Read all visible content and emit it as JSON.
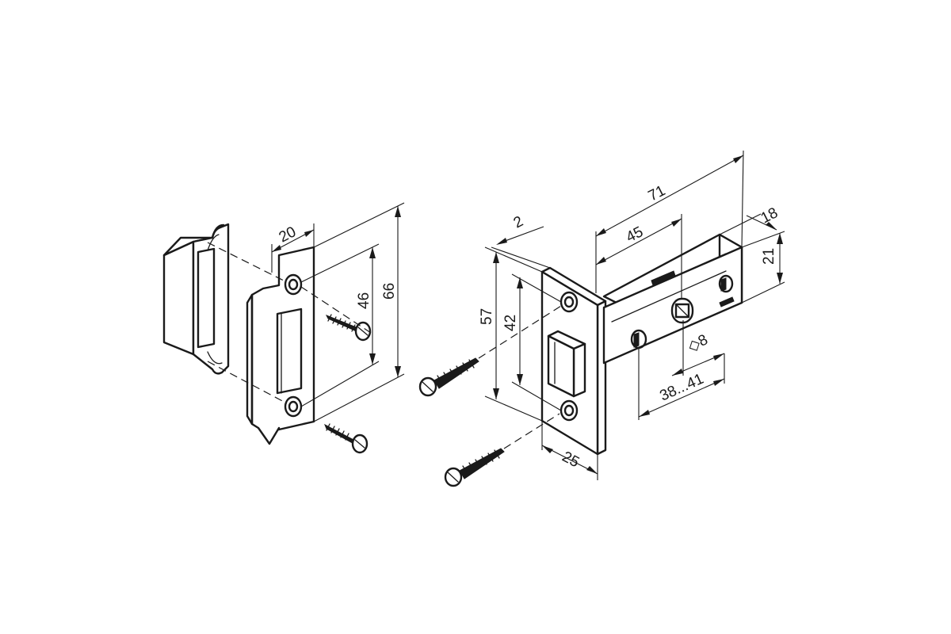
{
  "dimensions": {
    "strike_width": "20",
    "strike_hole_spacing": "46",
    "strike_height": "66",
    "faceplate_thickness": "2",
    "faceplate_height": "57",
    "latch_hole_spacing": "42",
    "faceplate_width": "25",
    "body_length": "71",
    "backset": "45",
    "body_thickness": "18",
    "body_height": "21",
    "spindle_square": "◇8",
    "mounting_range": "38...41"
  }
}
